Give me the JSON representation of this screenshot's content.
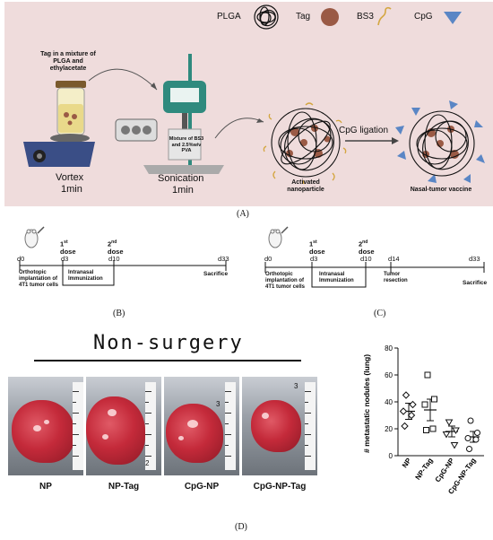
{
  "legend": {
    "plga": "PLGA",
    "tag": "Tag",
    "bs3": "BS3",
    "cpg": "CpG"
  },
  "panelA": {
    "tube_text": "Tag in a mixture of PLGA and ethylacetate",
    "vortex": "Vortex",
    "vortex_time": "1min",
    "mixture_text": "Mixture of BS3 and 2.5%w/v PVA",
    "sonication": "Sonication",
    "sonication_time": "1min",
    "activated": "Activated nanoparticle",
    "cpg_ligation": "CpG ligation",
    "vaccine": "Nasal-tumor vaccine",
    "label": "(A)"
  },
  "panelB": {
    "d0": "d0",
    "d3": "d3",
    "d10": "d10",
    "d33": "d33",
    "first_dose_num": "1",
    "first_dose_sup": "st",
    "first_dose_word": "dose",
    "second_dose_num": "2",
    "second_dose_sup": "nd",
    "second_dose_word": "dose",
    "implant": "Orthotopic implantation of 4T1 tumor cells",
    "immun": "Intranasal Immunization",
    "sacrifice": "Sacrifice",
    "label": "(B)"
  },
  "panelC": {
    "d0": "d0",
    "d3": "d3",
    "d10": "d10",
    "d14": "d14",
    "d33": "d33",
    "first_dose_num": "1",
    "first_dose_sup": "st",
    "first_dose_word": "dose",
    "second_dose_num": "2",
    "second_dose_sup": "nd",
    "second_dose_word": "dose",
    "implant": "Orthotopic implantation of 4T1 tumor cells",
    "immun": "Intranasal Immunization",
    "resection": "Tumor resection",
    "sacrifice": "Sacrifice",
    "label": "(C)"
  },
  "panelD": {
    "title": "Non-surgery",
    "photos": [
      "NP",
      "NP-Tag",
      "CpG-NP",
      "CpG-NP-Tag"
    ],
    "ruler_marks": [
      "2",
      "3"
    ],
    "label": "(D)"
  },
  "chart_data": {
    "type": "scatter",
    "ylabel": "# metastatic nodules (lung)",
    "ylim": [
      0,
      80
    ],
    "yticks": [
      0,
      20,
      40,
      60,
      80
    ],
    "yticklabels": [
      "0",
      "20",
      "40",
      "60",
      "80"
    ],
    "categories": [
      "NP",
      "NP-Tag",
      "CpG-NP",
      "CpG-NP-Tag"
    ],
    "markers": [
      "diamond",
      "square",
      "triangle",
      "circle"
    ],
    "points": [
      [
        45,
        38,
        33,
        30,
        22
      ],
      [
        60,
        42,
        38,
        20,
        19
      ],
      [
        25,
        19,
        16,
        8
      ],
      [
        26,
        17,
        13,
        12,
        5
      ]
    ],
    "means": [
      33,
      34,
      18,
      14
    ],
    "sem": [
      6,
      8,
      4,
      4
    ]
  },
  "colors": {
    "panel_bg": "#efdcdc",
    "tag": "#9a5a45",
    "bs3": "#d4a640",
    "cpg": "#5a86c5",
    "device": "#2f8a7e"
  }
}
